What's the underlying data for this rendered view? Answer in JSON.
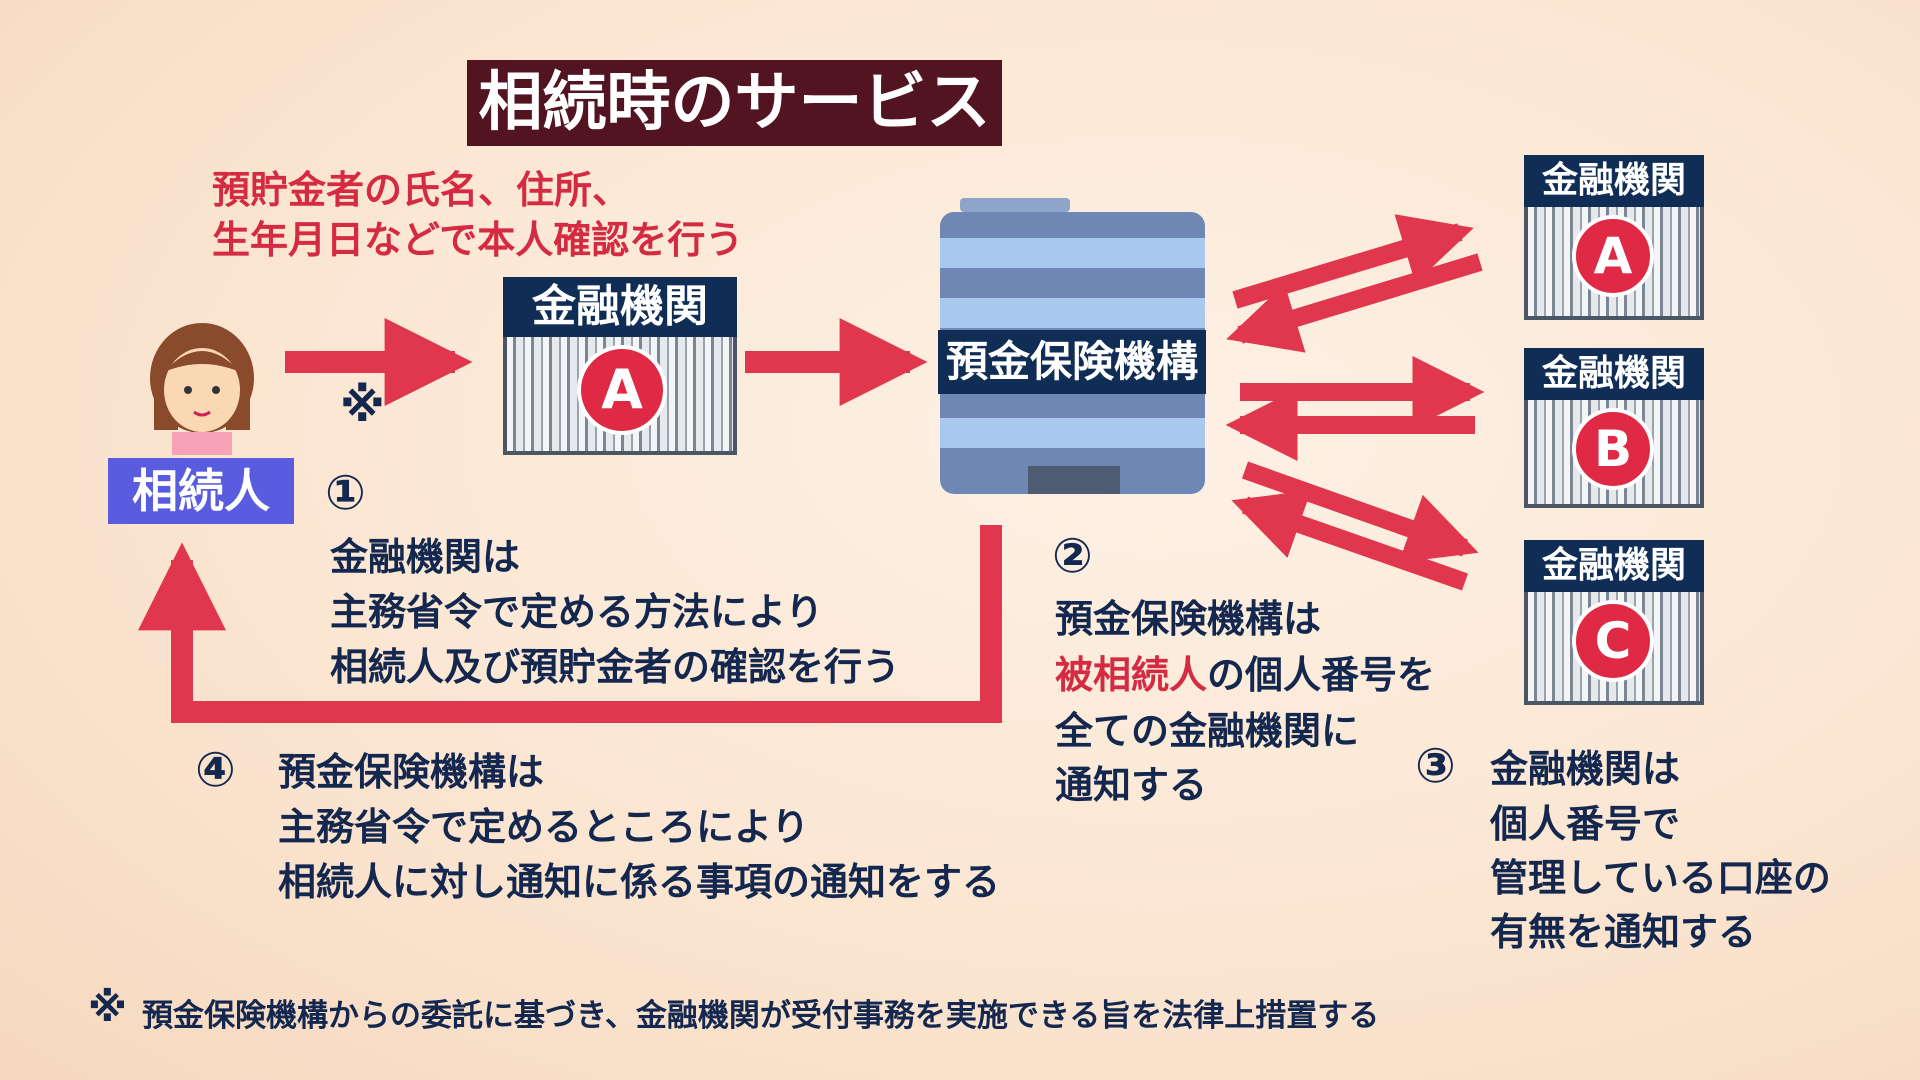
{
  "title": "相続時のサービス",
  "identity_note": {
    "line1": "預貯金者の氏名、住所、",
    "line2": "生年月日などで本人確認を行う"
  },
  "heir": {
    "label": "相続人"
  },
  "asterisk_mark": "※",
  "bank_label": "金融機関",
  "bank_main_letter": "A",
  "dic_label": "預金保険機構",
  "banks_right": [
    {
      "label": "金融機関",
      "letter": "A"
    },
    {
      "label": "金融機関",
      "letter": "B"
    },
    {
      "label": "金融機関",
      "letter": "C"
    }
  ],
  "step1": {
    "num": "①",
    "line1": "金融機関は",
    "line2": "主務省令で定める方法により",
    "line3": "相続人及び預貯金者の確認を行う"
  },
  "step2": {
    "num": "②",
    "line1": "預金保険機構は",
    "line2_red": "被相続人",
    "line2_rest": "の個人番号を",
    "line3": "全ての金融機関に",
    "line4": "通知する"
  },
  "step3": {
    "num": "③",
    "line1": "金融機関は",
    "line2": "個人番号で",
    "line3": "管理している口座の",
    "line4": "有無を通知する"
  },
  "step4": {
    "num": "④",
    "line1": "預金保険機構は",
    "line2": "主務省令で定めるところにより",
    "line3": "相続人に対し通知に係る事項の通知をする"
  },
  "footnote": {
    "mark": "※",
    "text": "預金保険機構からの委託に基づき、金融機関が受付事務を実施できる旨を法律上措置する"
  },
  "colors": {
    "arrow_red": "#e0364e",
    "navy": "#0f2d55",
    "title_bg": "#521421",
    "heir_label_bg": "#5a5ce0"
  }
}
